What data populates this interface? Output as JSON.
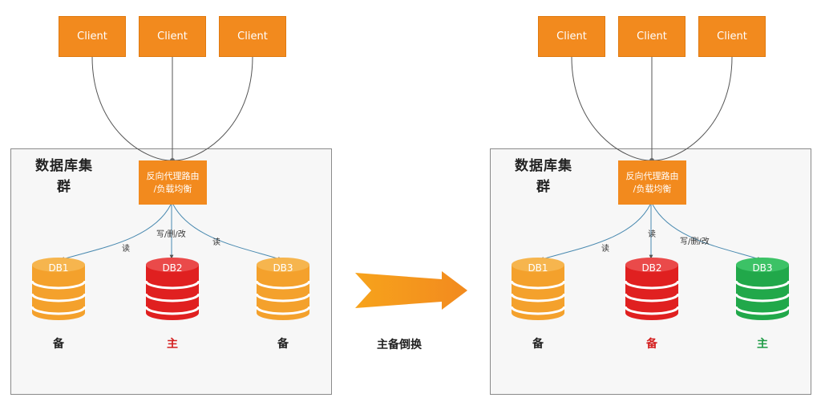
{
  "switch_label": "主备倒换",
  "colors": {
    "client": "#f28a1e",
    "standby": "#f4a12c",
    "primary_old": "#e02020",
    "primary_new": "#21a84a",
    "label_primary_old": "#d42020",
    "label_primary_new": "#1e9b45",
    "label_standby": "#222222"
  },
  "before": {
    "clients": [
      "Client",
      "Client",
      "Client"
    ],
    "cluster_title": "数据库集\n群",
    "proxy_label": "反向代理路由\n/负载均衡",
    "edges": [
      "读",
      "写/删/改",
      "读"
    ],
    "databases": [
      {
        "name": "DB1",
        "role": "备",
        "color": "orange"
      },
      {
        "name": "DB2",
        "role": "主",
        "color": "red"
      },
      {
        "name": "DB3",
        "role": "备",
        "color": "orange"
      }
    ]
  },
  "after": {
    "clients": [
      "Client",
      "Client",
      "Client"
    ],
    "cluster_title": "数据库集\n群",
    "proxy_label": "反向代理路由\n/负载均衡",
    "edges": [
      "读",
      "读",
      "写/删/改"
    ],
    "databases": [
      {
        "name": "DB1",
        "role": "备",
        "color": "orange"
      },
      {
        "name": "DB2",
        "role": "备",
        "color": "red"
      },
      {
        "name": "DB3",
        "role": "主",
        "color": "green"
      }
    ]
  }
}
